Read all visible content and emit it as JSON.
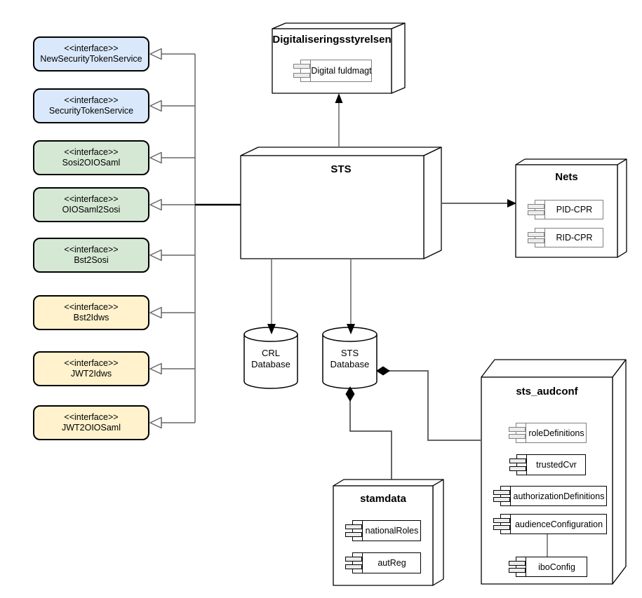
{
  "diagram": {
    "interfaces": [
      {
        "stereotype": "<<interface>>",
        "name": "NewSecurityTokenService",
        "color_key": "blue"
      },
      {
        "stereotype": "<<interface>>",
        "name": "SecurityTokenService",
        "color_key": "blue"
      },
      {
        "stereotype": "<<interface>>",
        "name": "Sosi2OIOSaml",
        "color_key": "green"
      },
      {
        "stereotype": "<<interface>>",
        "name": "OIOSaml2Sosi",
        "color_key": "green"
      },
      {
        "stereotype": "<<interface>>",
        "name": "Bst2Sosi",
        "color_key": "green"
      },
      {
        "stereotype": "<<interface>>",
        "name": "Bst2Idws",
        "color_key": "yellow"
      },
      {
        "stereotype": "<<interface>>",
        "name": "JWT2Idws",
        "color_key": "yellow"
      },
      {
        "stereotype": "<<interface>>",
        "name": "JWT2OIOSaml",
        "color_key": "yellow"
      }
    ],
    "nodes": {
      "digitaliseringsstyrelsen": {
        "title": "Digitaliseringsstyrelsen",
        "components": [
          {
            "label": "Digital fuldmagt"
          }
        ]
      },
      "sts": {
        "title": "STS"
      },
      "nets": {
        "title": "Nets",
        "components": [
          {
            "label": "PID-CPR"
          },
          {
            "label": "RID-CPR"
          }
        ]
      },
      "stamdata": {
        "title": "stamdata",
        "components": [
          {
            "label": "nationalRoles"
          },
          {
            "label": "autReg"
          }
        ]
      },
      "sts_audconf": {
        "title": "sts_audconf",
        "components": [
          {
            "label": "roleDefinitions"
          },
          {
            "label": "trustedCvr"
          },
          {
            "label": "authorizationDefinitions"
          },
          {
            "label": "audienceConfiguration"
          },
          {
            "label": "iboConfig"
          }
        ]
      }
    },
    "databases": [
      {
        "name": "CRL Database",
        "line1": "CRL",
        "line2": "Database"
      },
      {
        "name": "STS Database",
        "line1": "STS",
        "line2": "Database"
      }
    ],
    "colors": {
      "interface_blue": "#dae8fc",
      "interface_green": "#d5e8d4",
      "interface_yellow": "#fff2cc",
      "node_fill": "#ffffff",
      "connector_gray": "#666666",
      "connector_black": "#000000"
    },
    "edges": [
      {
        "from": "STS",
        "to": "NewSecurityTokenService",
        "type": "realization"
      },
      {
        "from": "STS",
        "to": "SecurityTokenService",
        "type": "realization"
      },
      {
        "from": "STS",
        "to": "Sosi2OIOSaml",
        "type": "realization"
      },
      {
        "from": "STS",
        "to": "OIOSaml2Sosi",
        "type": "realization"
      },
      {
        "from": "STS",
        "to": "Bst2Sosi",
        "type": "realization"
      },
      {
        "from": "STS",
        "to": "Bst2Idws",
        "type": "realization"
      },
      {
        "from": "STS",
        "to": "JWT2Idws",
        "type": "realization"
      },
      {
        "from": "STS",
        "to": "JWT2OIOSaml",
        "type": "realization"
      },
      {
        "from": "STS",
        "to": "Digitaliseringsstyrelsen",
        "type": "directed-arrow"
      },
      {
        "from": "STS",
        "to": "Nets",
        "type": "directed-arrow"
      },
      {
        "from": "STS",
        "to": "CRL Database",
        "type": "directed-arrow"
      },
      {
        "from": "STS",
        "to": "STS Database",
        "type": "directed-arrow"
      },
      {
        "from": "STS Database",
        "to": "sts_audconf",
        "type": "composition"
      },
      {
        "from": "STS Database",
        "to": "stamdata",
        "type": "composition"
      },
      {
        "from": "audienceConfiguration",
        "to": "iboConfig",
        "type": "line"
      }
    ]
  }
}
